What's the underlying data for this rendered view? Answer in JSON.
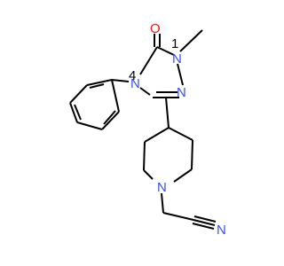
{
  "atoms": {
    "oxygen": {
      "symbol": "O",
      "color": "#ff0d0d"
    },
    "n1": {
      "symbol": "N",
      "color": "#3050f8"
    },
    "n2": {
      "symbol": "N",
      "color": "#3050f8"
    },
    "n4": {
      "symbol": "N",
      "color": "#3050f8"
    },
    "n_piperidine": {
      "symbol": "N",
      "color": "#3050f8"
    },
    "n_nitrile": {
      "symbol": "N",
      "color": "#3050f8"
    },
    "locant_1": "1",
    "locant_4": "4"
  },
  "colors": {
    "bond": "#000000",
    "background": "#ffffff"
  }
}
